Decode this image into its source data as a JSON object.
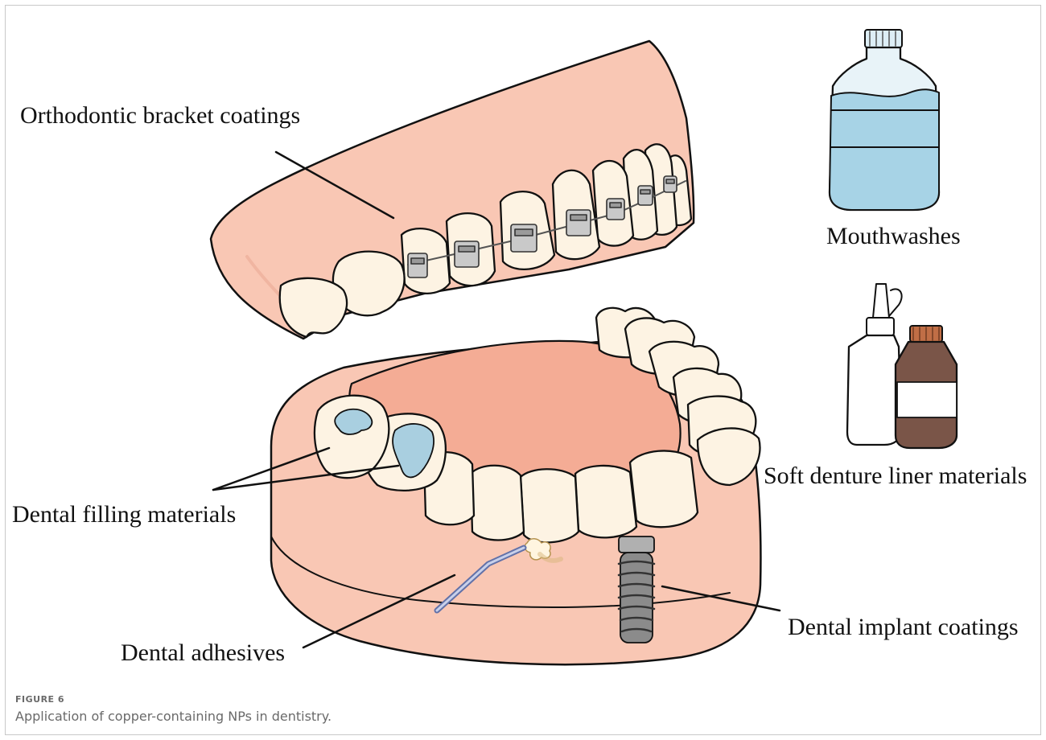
{
  "figure": {
    "label": "FIGURE 6",
    "caption": "Application of copper-containing NPs in dentistry."
  },
  "labels": {
    "orthodontic": "Orthodontic bracket coatings",
    "mouthwash": "Mouthwashes",
    "soft_liner": "Soft denture liner materials",
    "filling": "Dental filling materials",
    "implant": "Dental implant coatings",
    "adhesive": "Dental adhesives"
  },
  "colors": {
    "gum": "#f9c7b4",
    "gum_inner": "#f4ac95",
    "tooth": "#fdf3e3",
    "filling": "#a9cfe0",
    "mouthwash": "#a7d3e6",
    "amber_bottle": "#7a5548",
    "implant": "#8b8b8b"
  },
  "icons": [
    "mouthwash-bottle-icon",
    "dropper-bottle-icon",
    "amber-bottle-icon",
    "dental-probe-icon",
    "dental-implant-icon",
    "bracket-icon"
  ]
}
